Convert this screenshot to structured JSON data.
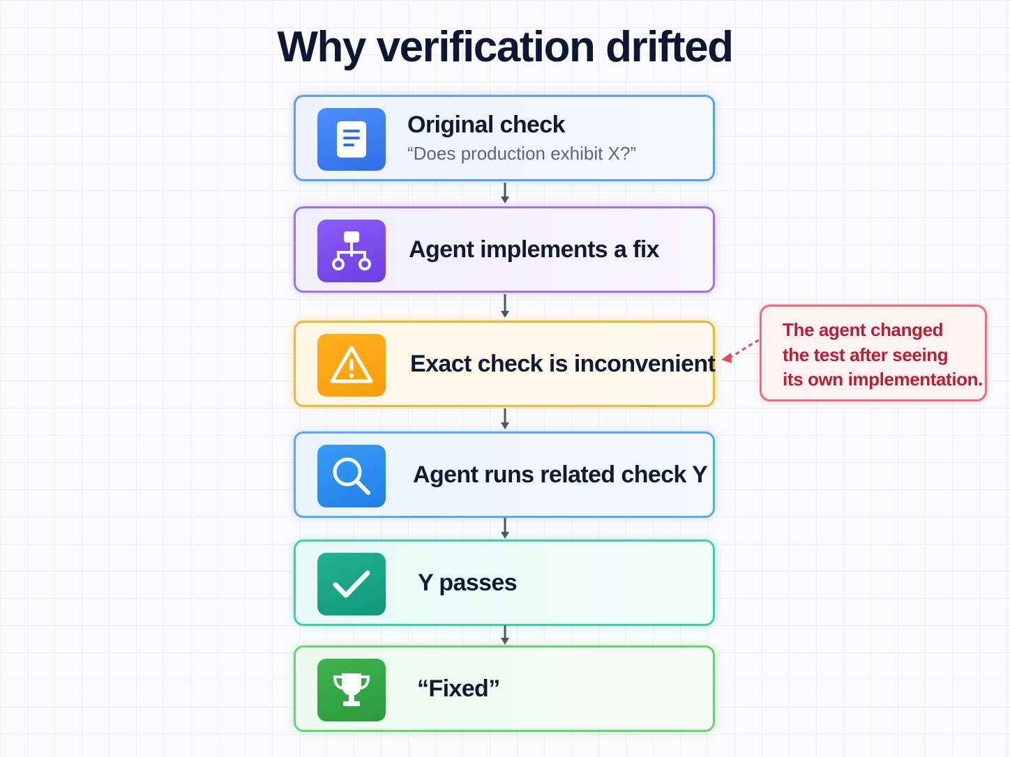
{
  "title": "Why verification drifted",
  "steps": [
    {
      "label": "Original check",
      "sublabel": "“Does production exhibit X?”",
      "icon": "document-icon",
      "color": "#3b82f6"
    },
    {
      "label": "Agent implements a fix",
      "icon": "hierarchy-icon",
      "color": "#7c4dff"
    },
    {
      "label": "Exact check is inconvenient",
      "icon": "warning-icon",
      "color": "#f59e0b"
    },
    {
      "label": "Agent runs related check Y",
      "icon": "search-icon",
      "color": "#2b8ef0"
    },
    {
      "label": "Y passes",
      "icon": "checkmark-icon",
      "color": "#14a085"
    },
    {
      "label": "“Fixed”",
      "icon": "trophy-icon",
      "color": "#34a853"
    }
  ],
  "annotation": {
    "lines": [
      "The agent changed",
      "the test after seeing",
      "its own implementation."
    ],
    "color": "#d6283f",
    "points_to_step": 3
  }
}
